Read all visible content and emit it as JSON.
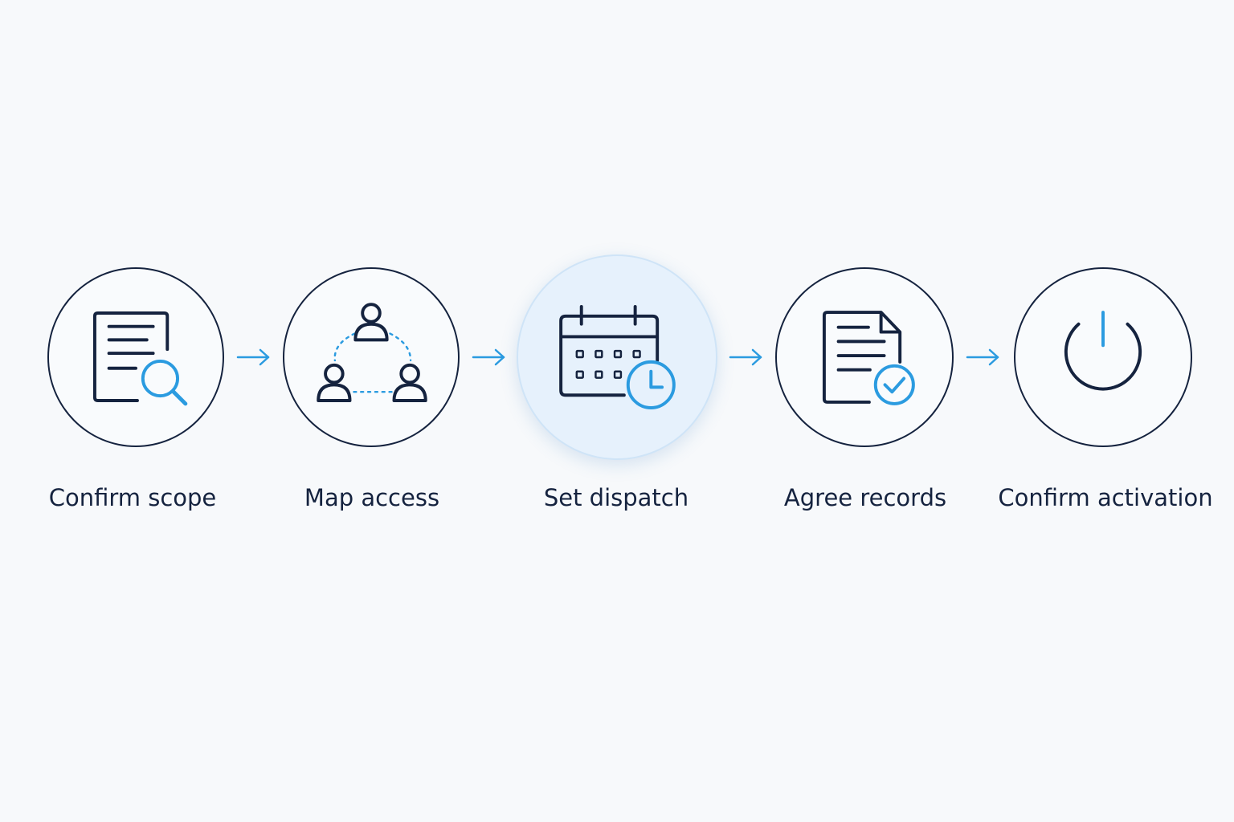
{
  "steps": [
    {
      "label": "Confirm scope",
      "icon": "document-search-icon",
      "active": false
    },
    {
      "label": "Map access",
      "icon": "people-network-icon",
      "active": false
    },
    {
      "label": "Set dispatch",
      "icon": "calendar-clock-icon",
      "active": true
    },
    {
      "label": "Agree records",
      "icon": "document-check-icon",
      "active": false
    },
    {
      "label": "Confirm activation",
      "icon": "power-icon",
      "active": false
    }
  ],
  "colors": {
    "background": "#f7f9fb",
    "stroke_dark": "#15233f",
    "accent": "#2b9be0",
    "active_fill": "#e6f1fc"
  }
}
